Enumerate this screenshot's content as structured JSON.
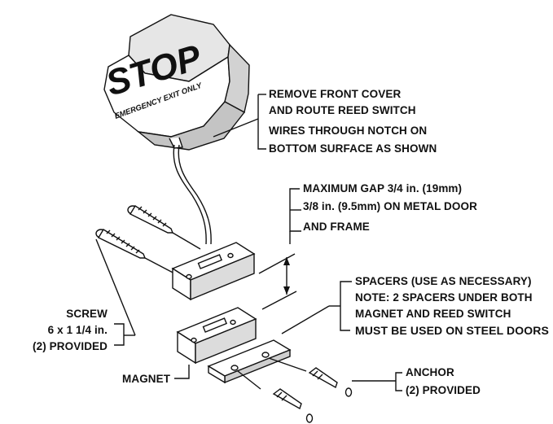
{
  "stop_sign": {
    "word": "STOP",
    "subtext": "EMERGENCY EXIT ONLY"
  },
  "callouts": {
    "cover": {
      "lines": [
        "REMOVE FRONT COVER",
        "AND ROUTE REED SWITCH",
        "WIRES THROUGH NOTCH ON",
        "BOTTOM SURFACE AS SHOWN"
      ]
    },
    "gap": {
      "lines": [
        "MAXIMUM GAP 3/4 in. (19mm)",
        "3/8 in. (9.5mm) ON METAL DOOR",
        "AND FRAME"
      ]
    },
    "spacers": {
      "lines": [
        "SPACERS (USE AS NECESSARY)",
        "NOTE: 2 SPACERS UNDER BOTH",
        "MAGNET AND REED SWITCH",
        "MUST BE USED ON STEEL DOORS"
      ]
    },
    "screw": {
      "lines": [
        "SCREW",
        "6 x 1 1/4 in.",
        "(2) PROVIDED"
      ]
    },
    "anchor": {
      "lines": [
        "ANCHOR",
        "(2) PROVIDED"
      ]
    },
    "magnet": {
      "label": "MAGNET"
    }
  }
}
